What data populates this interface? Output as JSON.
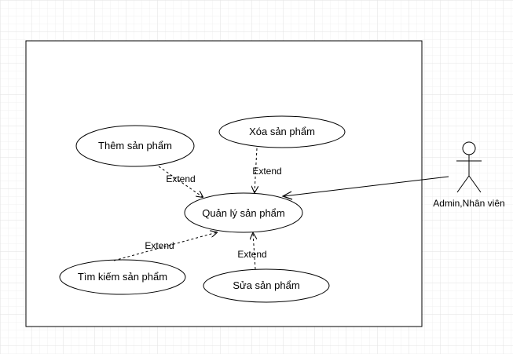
{
  "diagram": {
    "type": "use-case",
    "colors": {
      "background": "#ffffff",
      "grid": "#e6e6e6",
      "stroke": "#000000"
    },
    "actor": {
      "label": "Admin,Nhân viên"
    },
    "use_cases": {
      "them": "Thêm sản phẩm",
      "xoa": "Xóa sản phẩm",
      "quanly": "Quản lý sản phẩm",
      "timkiem": "Tìm kiếm sản phẩm",
      "sua": "Sửa sản phẩm"
    },
    "relations": {
      "extend_them": "Extend",
      "extend_xoa": "Extend",
      "extend_timkiem": "Extend",
      "extend_sua": "Extend"
    }
  }
}
